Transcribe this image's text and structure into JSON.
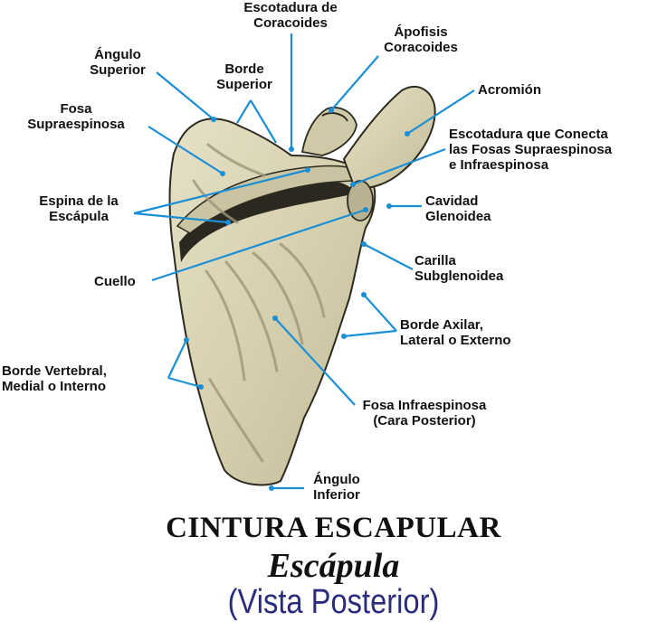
{
  "colors": {
    "bone": "#d9d3b3",
    "bone_shadow": "#a39d7f",
    "bone_dark": "#3a3628",
    "leader": "#1a8fd6",
    "title": "#111111",
    "subtitle_view": "#2a2d7a"
  },
  "labels": {
    "escotadura_coracoides": [
      "Escotadura de",
      "Coracoides"
    ],
    "apofisis_coracoides": [
      "Ápofisis",
      "Coracoides"
    ],
    "angulo_superior": [
      "Ángulo",
      "Superior"
    ],
    "borde_superior": [
      "Borde",
      "Superior"
    ],
    "acromion": [
      "Acromión"
    ],
    "fosa_supraespinosa": [
      "Fosa",
      "Supraespinosa"
    ],
    "escotadura_conecta": [
      "Escotadura que Conecta",
      "las Fosas Supraespinosa",
      "e Infraespinosa"
    ],
    "espina_escapula": [
      "Espina de la",
      "Escápula"
    ],
    "cavidad_glenoidea": [
      "Cavidad",
      "Glenoidea"
    ],
    "cuello": [
      "Cuello"
    ],
    "carilla_subglenoidea": [
      "Carilla",
      "Subglenoidea"
    ],
    "borde_axilar": [
      "Borde Axilar,",
      "Lateral o Externo"
    ],
    "borde_vertebral": [
      "Borde Vertebral,",
      "Medial o Interno"
    ],
    "fosa_infraespinosa": [
      "Fosa Infraespinosa",
      "(Cara Posterior)"
    ],
    "angulo_inferior": [
      "Ángulo",
      "Inferior"
    ]
  },
  "title": {
    "main": "CINTURA ESCAPULAR",
    "sub": "Escápula",
    "view": "(Vista Posterior)"
  }
}
